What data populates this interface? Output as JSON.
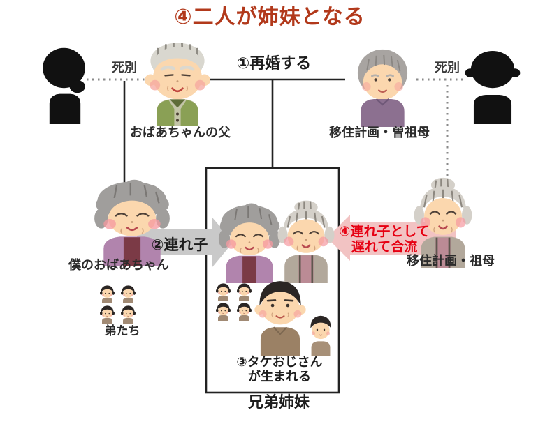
{
  "title": "④二人が姉妹となる",
  "colors": {
    "title_red": "#b2391b",
    "highlight_red": "#e60012",
    "arrow_gray": "#c9c9c9",
    "arrow_pink": "#f2c3c3",
    "line_black": "#222222",
    "silhouette_black": "#111111"
  },
  "top": {
    "bereavement_left": "死別",
    "bereavement_right": "死別",
    "remarriage": "①再婚する",
    "grandpa_caption": "おばあちゃんの父",
    "great_grandma_caption": "移住計画・曽祖母"
  },
  "middle": {
    "my_grandma_caption": "僕のおばあちゃん",
    "stepchild_arrow": "②連れ子",
    "late_join_line1": "④連れ子として",
    "late_join_line2": "遅れて合流",
    "right_grandma_caption": "移住計画・祖母"
  },
  "bottom": {
    "brothers_caption": "弟たち",
    "uncle_line1": "③タケおじさん",
    "uncle_line2": "が生まれる",
    "siblings_caption": "兄弟姉妹"
  },
  "illustrations": [
    "deceased-wife-silhouette",
    "grandmothers-father",
    "great-grandmother",
    "deceased-husband-silhouette",
    "my-grandmother",
    "sister-left-in-box",
    "sister-right-in-box",
    "grandmother-right",
    "younger-brothers",
    "uncle-take",
    "young-boy"
  ]
}
